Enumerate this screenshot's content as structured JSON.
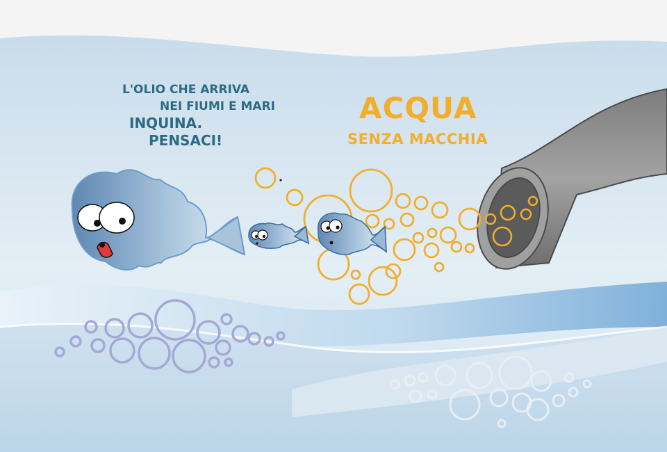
{
  "message": {
    "line1": "L'OLIO CHE ARRIVA",
    "line2": "NEI FIUMI E MARI",
    "line3": "INQUINA.",
    "line4": "PENSACI!"
  },
  "title": {
    "main": "ACQUA",
    "sub": "SENZA MACCHIA"
  },
  "colors": {
    "text_blue": "#2d6a85",
    "accent_orange": "#f2ae2b",
    "water_light": "#dceaf3",
    "water_deep": "#78aedb",
    "pipe_gray": "#8f8f8f"
  },
  "icons": [
    "big-fish-icon",
    "small-fish-icon",
    "medium-fish-icon",
    "drain-pipe-icon",
    "oil-bubbles-icon"
  ]
}
